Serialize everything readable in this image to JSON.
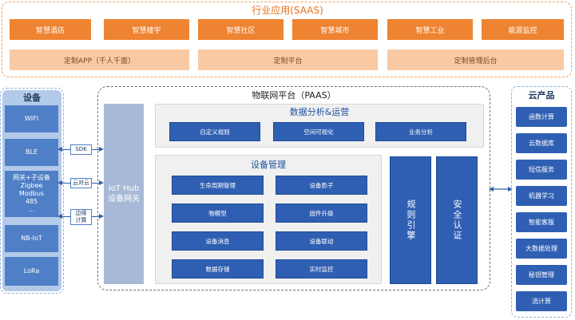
{
  "saas": {
    "title": "行业应用(SAAS)",
    "row1": [
      "智慧酒店",
      "智慧楼宇",
      "智慧社区",
      "智慧城市",
      "智慧工业",
      "能源监控"
    ],
    "row2": [
      "定制APP（千人千面）",
      "定制平台",
      "定制管理后台"
    ]
  },
  "devices": {
    "title": "设备",
    "items": [
      "WIFI",
      "BLE",
      "网关+子设备\nZigbee\nModbus\n485\n...",
      "NB-IoT",
      "LoRa"
    ]
  },
  "connectors": [
    "SDK",
    "云对云",
    "边缘\n计算"
  ],
  "paas": {
    "title": "物联网平台（PAAS）",
    "hub": "IoT Hub\n设备网关",
    "analytics": {
      "title": "数据分析&运营",
      "items": [
        "自定义规则",
        "空间可视化",
        "业务分析"
      ]
    },
    "device_mgmt": {
      "title": "设备管理",
      "items": [
        "生命周期管理",
        "设备影子",
        "物模型",
        "固件升级",
        "设备消息",
        "设备联动",
        "数据存储",
        "实时监控"
      ]
    },
    "rule_engine": "规则引擎",
    "security": "安全认证"
  },
  "cloud": {
    "title": "云产品",
    "items": [
      "函数计算",
      "云数据库",
      "短信服务",
      "机器学习",
      "智能客服",
      "大数据处理",
      "秘钥管理",
      "流计算"
    ]
  }
}
